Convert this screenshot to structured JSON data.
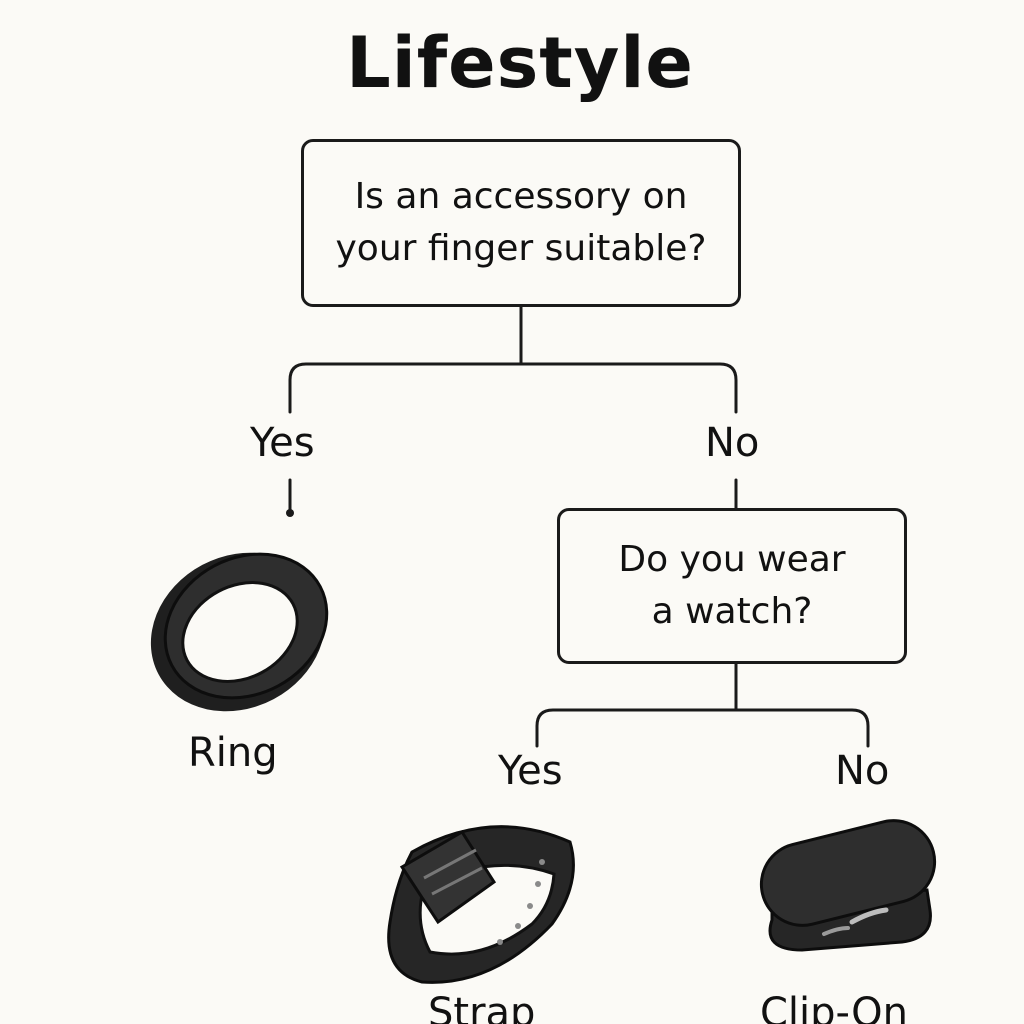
{
  "diagram": {
    "title": "Lifestyle",
    "questions": {
      "finger": {
        "line1": "Is an accessory on",
        "line2": "your finger suitable?"
      },
      "watch": {
        "line1": "Do you wear",
        "line2": "a watch?"
      }
    },
    "branches": {
      "finger_yes": "Yes",
      "finger_no": "No",
      "watch_yes": "Yes",
      "watch_no": "No"
    },
    "outcomes": {
      "ring": "Ring",
      "strap": "Strap",
      "clip_on": "Clip-On"
    },
    "icons": {
      "ring": "ring-icon",
      "strap": "strap-icon",
      "clip_on": "clip-on-icon"
    },
    "colors": {
      "background": "#fbfaf6",
      "ink": "#111111",
      "device": "#2b2b2b"
    }
  }
}
